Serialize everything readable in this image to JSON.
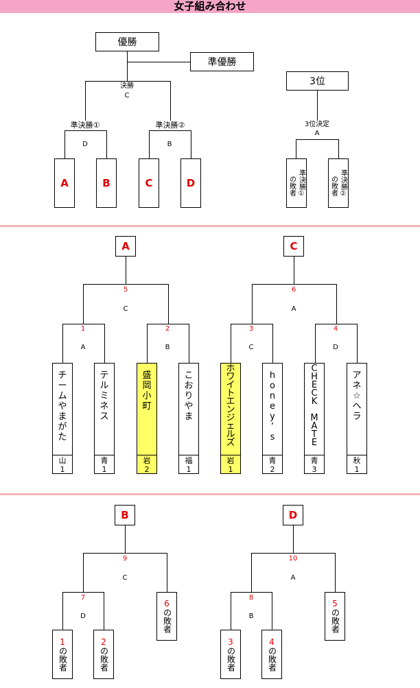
{
  "header": {
    "title": "女子組み合わせ"
  },
  "overview": {
    "champion": "優勝",
    "runner_up": "準優勝",
    "third": "3位",
    "final": {
      "label": "決勝",
      "court": "C"
    },
    "semi1": {
      "label": "準決勝①",
      "court": "D"
    },
    "semi2": {
      "label": "準決勝②",
      "court": "B"
    },
    "third_match": {
      "label": "3位決定",
      "court": "A"
    },
    "blocks": [
      "A",
      "B",
      "C",
      "D"
    ],
    "loser1_a": "準決勝①",
    "loser1_b": "の敗者",
    "loser2_a": "準決勝②",
    "loser2_b": "の敗者"
  },
  "blockA": {
    "name": "A",
    "top": {
      "num": "5",
      "court": "C"
    },
    "m1": {
      "num": "1",
      "court": "A"
    },
    "m2": {
      "num": "2",
      "court": "B"
    }
  },
  "blockC": {
    "name": "C",
    "top": {
      "num": "6",
      "court": "A"
    },
    "m3": {
      "num": "3",
      "court": "C"
    },
    "m4": {
      "num": "4",
      "court": "D"
    }
  },
  "teams": [
    {
      "chars": [
        "チ",
        "ー",
        "ム",
        "や",
        "ま",
        "が",
        "た"
      ],
      "pref": "山1",
      "highlight": false
    },
    {
      "chars": [
        "テ",
        "ル",
        "ミ",
        "ネ",
        "ス"
      ],
      "pref": "青1",
      "highlight": false
    },
    {
      "chars": [
        "盛",
        "岡",
        "小",
        "町"
      ],
      "pref": "岩2",
      "highlight": true
    },
    {
      "chars": [
        "こ",
        "お",
        "り",
        "や",
        "ま"
      ],
      "pref": "福1",
      "highlight": false
    },
    {
      "chars": [
        "ホ",
        "ワ",
        "イ",
        "ト",
        "エ",
        "ン",
        "ジ",
        "ェ",
        "ル",
        "ズ"
      ],
      "pref": "岩1",
      "highlight": true
    },
    {
      "chars": [
        "h",
        "o",
        "n",
        "e",
        "y",
        "’",
        "s"
      ],
      "pref": "青2",
      "highlight": false
    },
    {
      "chars": [
        "C",
        "H",
        "E",
        "C",
        "K",
        "",
        "M",
        "A",
        "T",
        "E"
      ],
      "pref": "青3",
      "highlight": false
    },
    {
      "chars": [
        "ア",
        "ネ",
        "☆",
        "ヘ",
        "ラ"
      ],
      "pref": "秋1",
      "highlight": false
    }
  ],
  "blockB": {
    "name": "B",
    "top": {
      "num": "9",
      "court": "C"
    },
    "m7": {
      "num": "7",
      "court": "D"
    }
  },
  "blockD": {
    "name": "D",
    "top": {
      "num": "10",
      "court": "A"
    },
    "m8": {
      "num": "8",
      "court": "B"
    }
  },
  "losers": {
    "l1": {
      "num": "1",
      "text": "の敗者"
    },
    "l2": {
      "num": "2",
      "text": "の敗者"
    },
    "l6": {
      "num": "6",
      "text": "の敗者"
    },
    "l3": {
      "num": "3",
      "text": "の敗者"
    },
    "l4": {
      "num": "4",
      "text": "の敗者"
    },
    "l5": {
      "num": "5",
      "text": "の敗者"
    }
  },
  "colors": {
    "header_bg": "#f5a6c7",
    "separator": "#f4b6b6",
    "highlight": "#ffff66",
    "number_red": "#e00000"
  }
}
